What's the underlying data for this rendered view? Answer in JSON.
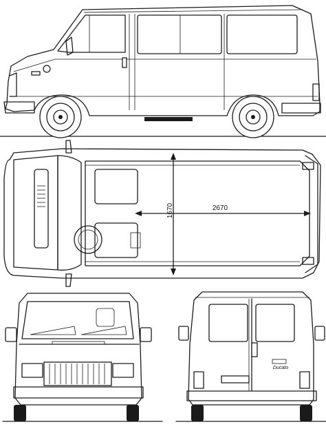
{
  "drawing": {
    "dim_width": "1670",
    "dim_length": "2670",
    "rear_badge": "Ducato",
    "line_color": "#1a1a1a",
    "paper_color": "#ffffff"
  }
}
